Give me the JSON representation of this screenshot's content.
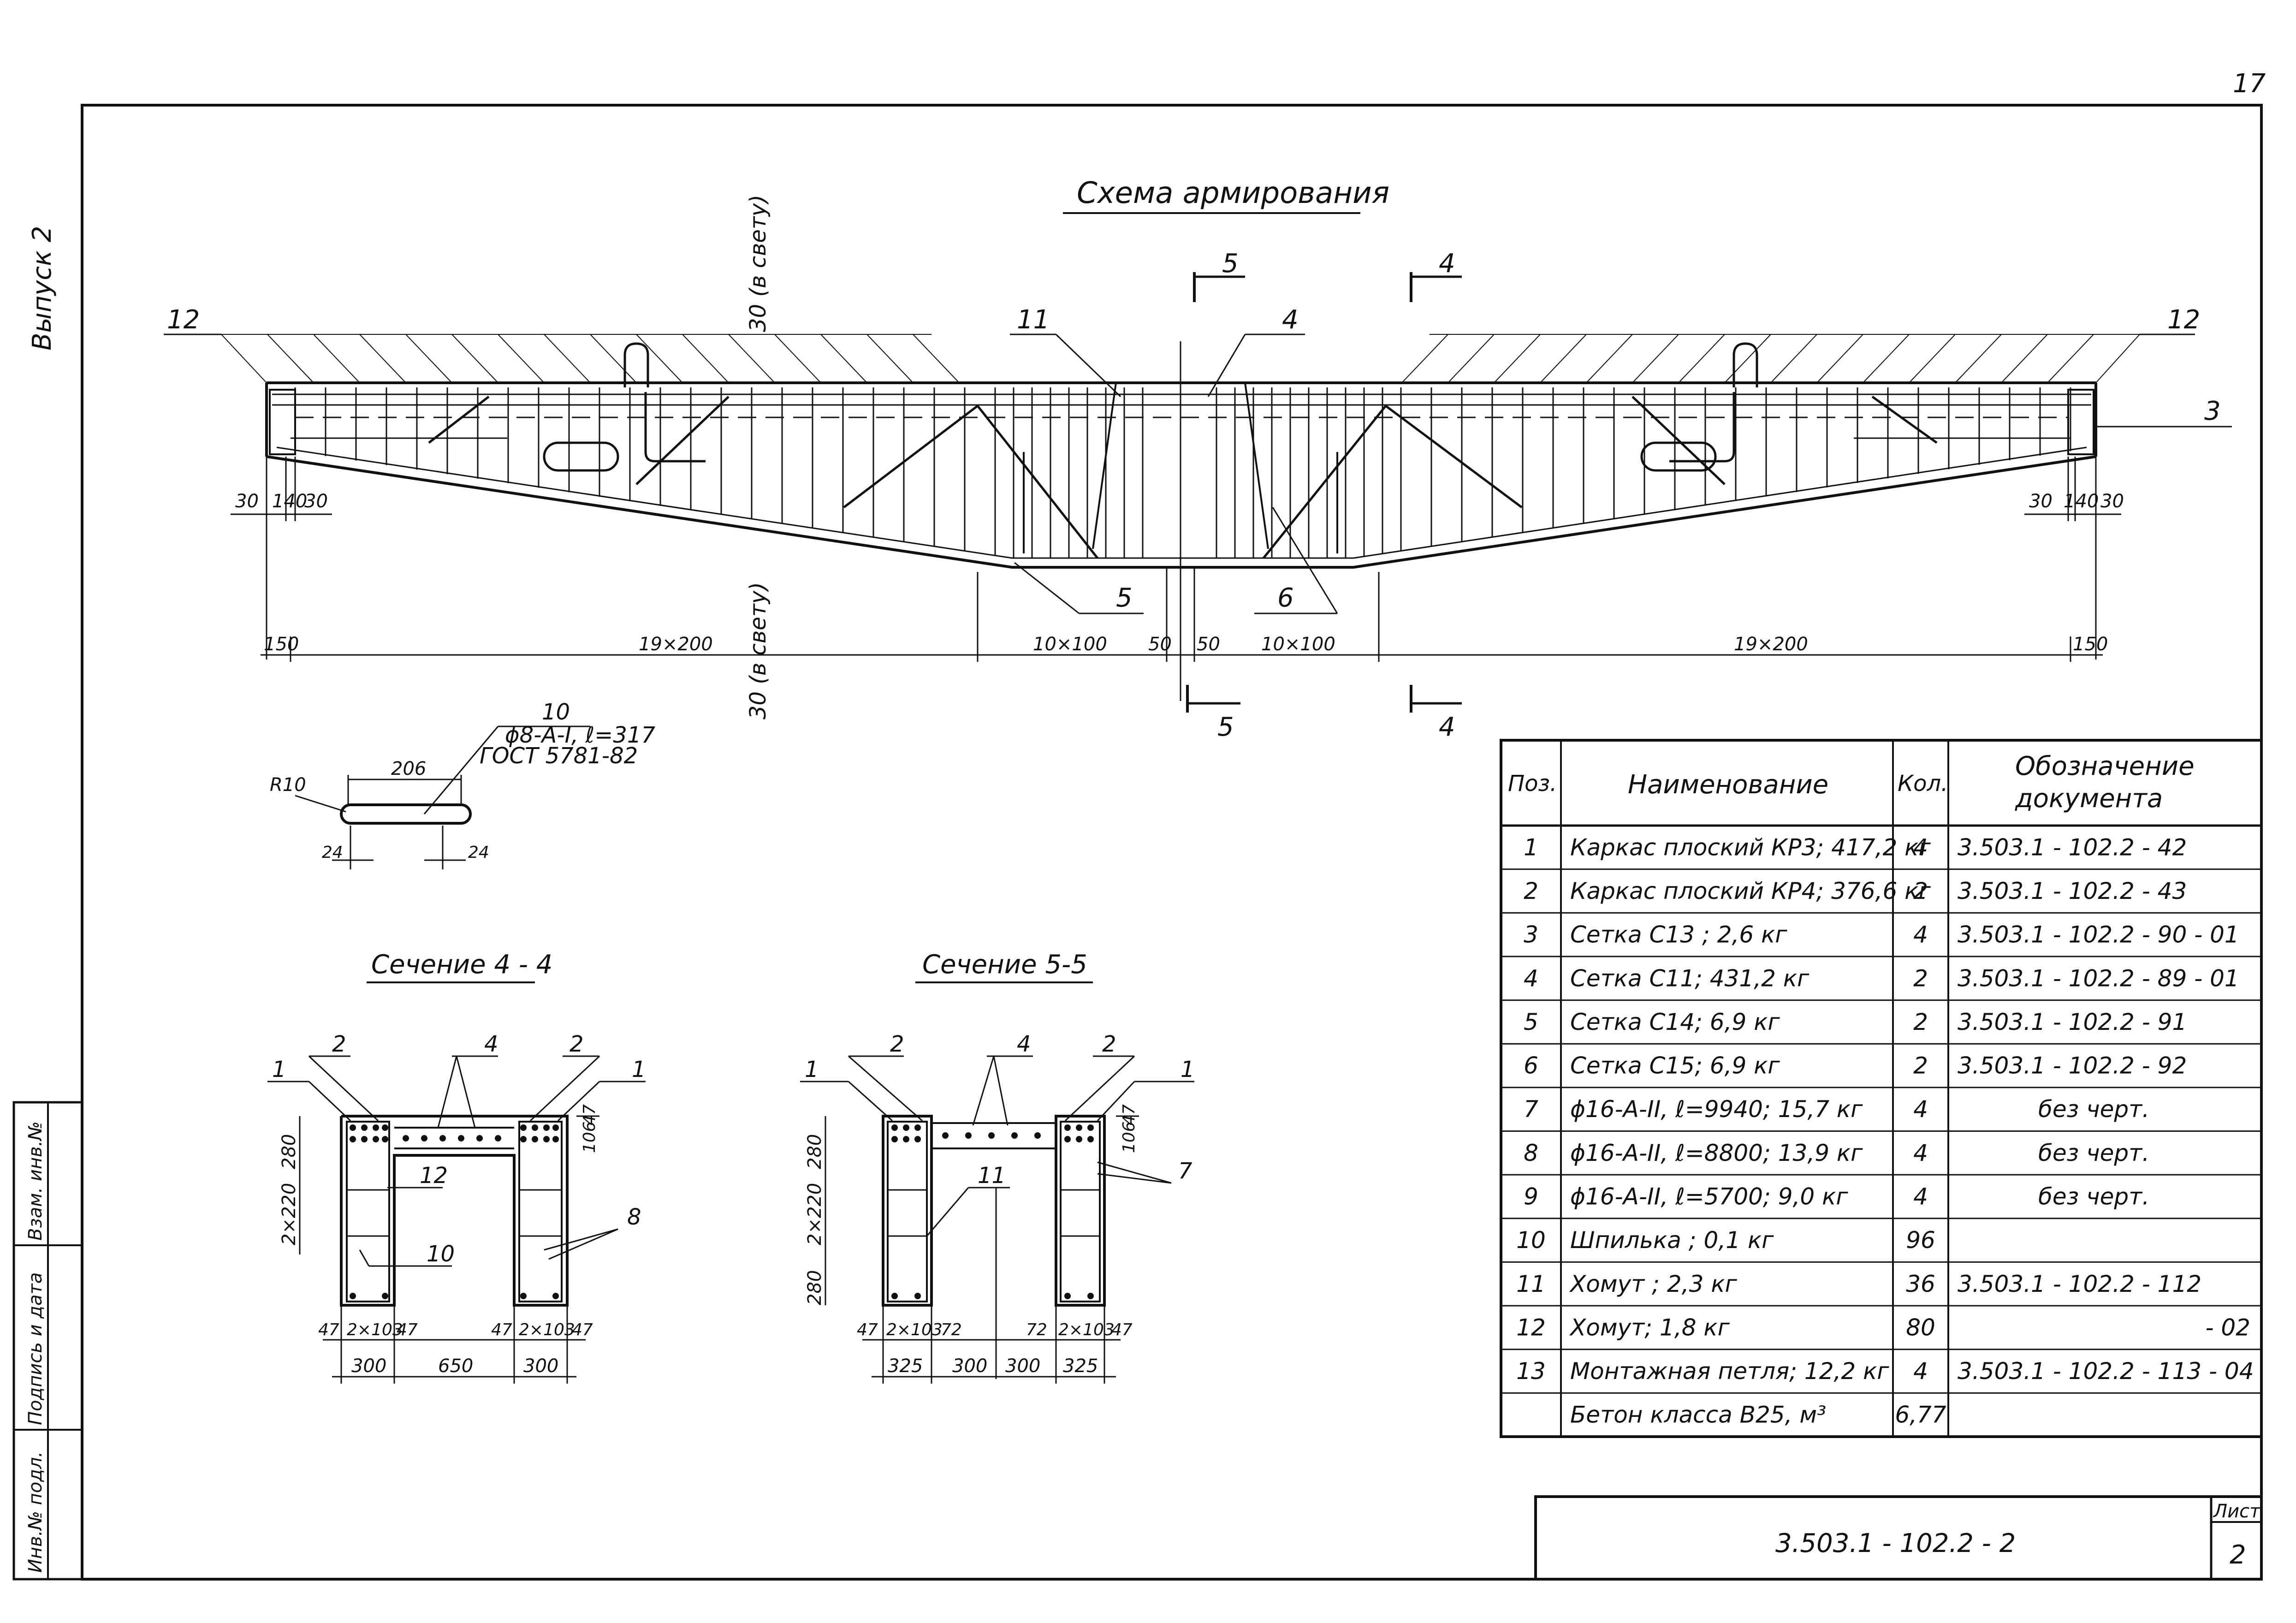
{
  "sheet_page": "17",
  "issue_label": "Выпуск 2",
  "main_title": "Схема армирования",
  "clear_span_label_top": "30 (в свету)",
  "clear_span_label_bottom": "30 (в свету)",
  "leaders": {
    "p12_left": "12",
    "p12_right": "12",
    "p11": "11",
    "p4": "4",
    "p3": "3",
    "p5": "5",
    "p6": "6"
  },
  "section_marks": {
    "s5_top": "5",
    "s4_top": "4",
    "s5_bottom": "5",
    "s4_bottom": "4"
  },
  "dims_main": {
    "l_30": "30",
    "l_140": "140",
    "l_30b": "30",
    "r_30": "30",
    "r_140": "140",
    "r_30b": "30",
    "l_150": "150",
    "l_19x200": "19×200",
    "c_10x100a": "10×100",
    "c_50a": "50",
    "c_50b": "50",
    "c_10x100b": "10×100",
    "r_19x200": "19×200",
    "r_150": "150"
  },
  "pin": {
    "pos": "10",
    "spec": "ϕ8-А-I, ℓ=317",
    "gost": "ГОСТ 5781-82",
    "radius": "R10",
    "len": "206",
    "leg_l": "24",
    "leg_r": "24"
  },
  "section44": {
    "title": "Сечение 4 - 4",
    "marks": {
      "m1l": "1",
      "m2l": "2",
      "m4": "4",
      "m2r": "2",
      "m1r": "1",
      "m12": "12",
      "m10": "10",
      "m8": "8"
    },
    "dims": {
      "h280": "280",
      "h2x220": "2×220",
      "h47": "47",
      "h106": "106",
      "b47a": "47",
      "b2x103a": "2×103",
      "b47b": "47",
      "b47c": "47",
      "b2x103b": "2×103",
      "b47d": "47",
      "w300a": "300",
      "w650": "650",
      "w300b": "300"
    }
  },
  "section55": {
    "title": "Сечение 5-5",
    "marks": {
      "m1l": "1",
      "m2l": "2",
      "m4": "4",
      "m2r": "2",
      "m1r": "1",
      "m11": "11",
      "m7": "7"
    },
    "dims": {
      "h280a": "280",
      "h2x220": "2×220",
      "h280b": "280",
      "h47": "47",
      "h106": "106",
      "b47a": "47",
      "b2x103a": "2×103",
      "b72a": "72",
      "b72b": "72",
      "b2x103b": "2×103",
      "b47b": "47",
      "w325a": "325",
      "w300a": "300",
      "w300b": "300",
      "w325b": "325"
    }
  },
  "spec_table": {
    "headers": [
      "Поз.",
      "Наименование",
      "Кол.",
      "Обозначение документа"
    ],
    "rows": [
      [
        "1",
        "Каркас плоский КР3; 417,2 кг",
        "4",
        "3.503.1 - 102.2 - 42"
      ],
      [
        "2",
        "Каркас плоский КР4; 376,6 кг",
        "2",
        "3.503.1 - 102.2 - 43"
      ],
      [
        "3",
        "Сетка   С13 ;   2,6 кг",
        "4",
        "3.503.1 - 102.2 - 90 - 01"
      ],
      [
        "4",
        "Сетка   С11;   431,2 кг",
        "2",
        "3.503.1 - 102.2 - 89 - 01"
      ],
      [
        "5",
        "Сетка   С14;   6,9 кг",
        "2",
        "3.503.1 - 102.2 - 91"
      ],
      [
        "6",
        "Сетка   С15;   6,9 кг",
        "2",
        "3.503.1 - 102.2 - 92"
      ],
      [
        "7",
        "ϕ16-А-II,  ℓ=9940;  15,7 кг",
        "4",
        "без черт."
      ],
      [
        "8",
        "ϕ16-А-II,  ℓ=8800;  13,9 кг",
        "4",
        "без черт."
      ],
      [
        "9",
        "ϕ16-А-II,  ℓ=5700;  9,0 кг",
        "4",
        "без черт."
      ],
      [
        "10",
        "Шпилька ;  0,1 кг",
        "96",
        ""
      ],
      [
        "11",
        "Хомут ;     2,3 кг",
        "36",
        "3.503.1 - 102.2 - 112"
      ],
      [
        "12",
        "Хомут;      1,8 кг",
        "80",
        "- 02"
      ],
      [
        "13",
        "Монтажная петля; 12,2 кг",
        "4",
        "3.503.1 - 102.2 - 113 - 04"
      ],
      [
        "",
        "Бетон класса В25, м³",
        "6,77",
        ""
      ]
    ]
  },
  "side_stamp": [
    "Инв.№ подл.",
    "Подпись и дата",
    "Взам. инв.№"
  ],
  "title_block": {
    "code": "3.503.1 - 102.2 - 2",
    "sheet_label": "Лист",
    "sheet_no": "2"
  }
}
